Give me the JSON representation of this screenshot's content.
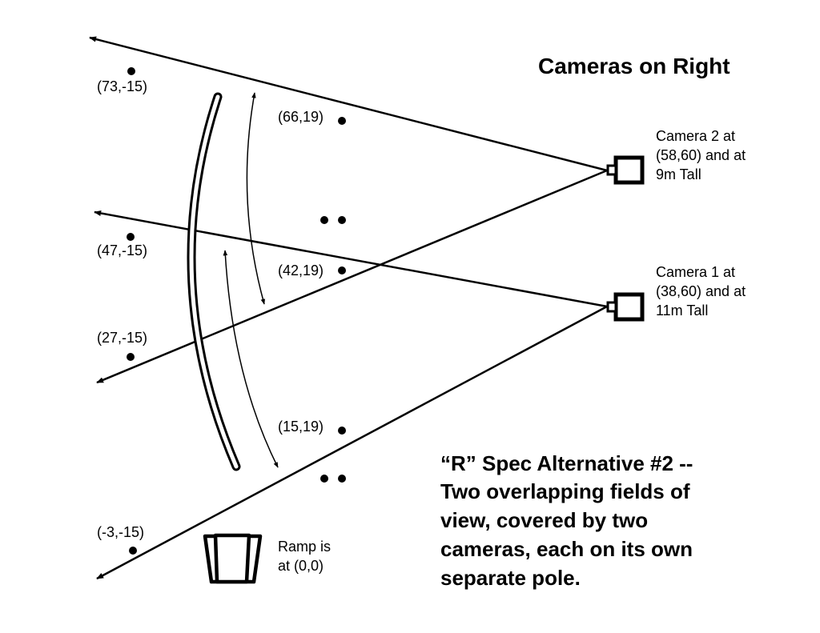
{
  "title": "Cameras on Right",
  "points": [
    {
      "label": "(73,-15)"
    },
    {
      "label": "(66,19)"
    },
    {
      "label": "(47,-15)"
    },
    {
      "label": "(42,19)"
    },
    {
      "label": "(27,-15)"
    },
    {
      "label": "(15,19)"
    },
    {
      "label": "(-3,-15)"
    }
  ],
  "cameras": [
    {
      "lines": [
        "Camera 2 at",
        "(58,60) and at",
        "9m Tall"
      ]
    },
    {
      "lines": [
        "Camera 1 at",
        "(38,60) and at",
        "11m Tall"
      ]
    }
  ],
  "ramp": {
    "lines": [
      "Ramp is",
      "at (0,0)"
    ]
  },
  "description": {
    "lines": [
      "“R” Spec Alternative #2 --",
      "Two overlapping fields of",
      "view, covered by two",
      "cameras, each on its own",
      "separate pole."
    ]
  },
  "colors": {
    "ink": "#000000",
    "background": "#ffffff"
  }
}
